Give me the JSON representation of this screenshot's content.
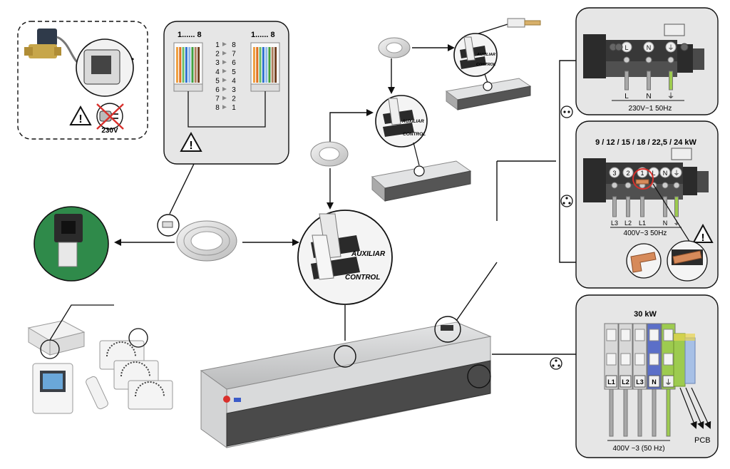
{
  "rj45_panel": {
    "left_label": "1...... 8",
    "right_label": "1...... 8",
    "pin_map": [
      {
        "from": "1",
        "to": "8"
      },
      {
        "from": "2",
        "to": "7"
      },
      {
        "from": "3",
        "to": "6"
      },
      {
        "from": "4",
        "to": "5"
      },
      {
        "from": "5",
        "to": "4"
      },
      {
        "from": "6",
        "to": "3"
      },
      {
        "from": "7",
        "to": "2"
      },
      {
        "from": "8",
        "to": "1"
      }
    ]
  },
  "valve_panel": {
    "voltage_label": "230V"
  },
  "connector_labels": {
    "auxiliar": "AUXILIAR",
    "control": "CONTROL"
  },
  "single_phase_panel": {
    "terminals": [
      "L",
      "N",
      "⏚"
    ],
    "wire_labels": [
      "L",
      "N"
    ],
    "supply_label": "230V~1 50Hz"
  },
  "three_phase_panel": {
    "power_title": "9 / 12 / 15 / 18 / 22,5 / 24 kW",
    "terminals": [
      "3",
      "2",
      "1",
      "L",
      "N",
      "⏚"
    ],
    "wire_labels": [
      "L3",
      "L2",
      "L1",
      "N"
    ],
    "supply_label": "400V~3 50Hz"
  },
  "kw30_panel": {
    "power_title": "30 kW",
    "terminals": [
      "L1",
      "L2",
      "L3",
      "N"
    ],
    "supply_label": "400V ~3 (50 Hz)",
    "pcb_label": "PCB"
  },
  "colors": {
    "line": "#111111",
    "panel_bg": "#e6e6e6",
    "device_body": "#c9cacb",
    "device_dark": "#4a4a4a",
    "neutral_blue": "#5b6fc8",
    "earth_green": "#9dcb4f",
    "warning_red": "#d9302c"
  }
}
